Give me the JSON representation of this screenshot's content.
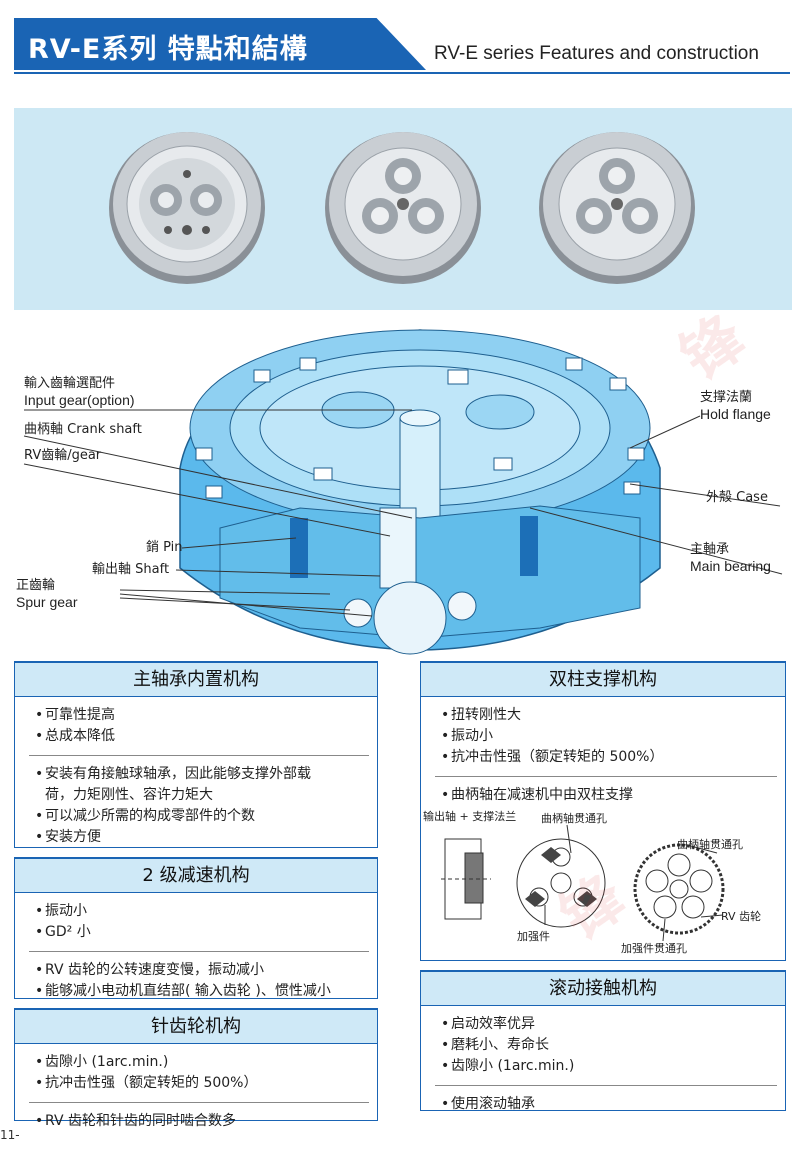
{
  "header": {
    "title_cn": "RV-E系列 特點和結構",
    "title_en": "RV-E series Features and construction"
  },
  "colors": {
    "brand_blue": "#1a64b4",
    "panel_bg": "#cfe9f7",
    "photo_bg": "#cde8f4",
    "gear_blue": "#5bb9ec"
  },
  "diagram": {
    "labels": {
      "input_gear_cn": "輸入齒輪選配件",
      "input_gear_en": "Input gear(option)",
      "crank_shaft": "曲柄軸 Crank shaft",
      "rv_gear": "RV齒輪/gear",
      "pin_cn": "銷 Pin",
      "output_shaft": "輸出軸 Shaft",
      "spur_gear_cn": "正齒輪",
      "spur_gear_en": "Spur gear",
      "hold_flange_cn": "支撑法蘭",
      "hold_flange_en": "Hold flange",
      "case": "外殼 Case",
      "main_bearing_cn": "主軸承",
      "main_bearing_en": "Main bearing"
    }
  },
  "boxes": {
    "main_bearing": {
      "title": "主轴承内置机构",
      "group1": [
        "可靠性提高",
        "总成本降低"
      ],
      "group2": [
        "安装有角接触球轴承，因此能够支撑外部载",
        "荷，力矩刚性、容许力矩大",
        "可以减少所需的构成零部件的个数",
        "安装方便"
      ]
    },
    "two_stage": {
      "title": "2 级减速机构",
      "group1": [
        "振动小",
        "GD² 小"
      ],
      "group2": [
        "RV 齿轮的公转速度变慢，振动减小",
        "能够减小电动机直结部( 输入齿轮 )、惯性减小"
      ]
    },
    "pin_gear": {
      "title": "针齿轮机构",
      "group1": [
        "齿隙小 (1arc.min.)",
        "抗冲击性强（额定转矩的 500%）"
      ],
      "group2": [
        "RV 齿轮和针齿的同时啮合数多"
      ]
    },
    "double_support": {
      "title": "双柱支撑机构",
      "group1": [
        "扭转刚性大",
        "振动小",
        "抗冲击性强（额定转矩的 500%）"
      ],
      "group2": [
        "曲柄轴在减速机中由双柱支撑"
      ],
      "figure": {
        "output_flange": "输出轴 + 支撑法兰",
        "crank_hole": "曲柄轴贯通孔",
        "reinforce": "加强件",
        "crank_hole2": "曲柄轴贯通孔",
        "rv_gear": "RV 齿轮",
        "reinforce_hole": "加强件贯通孔"
      }
    },
    "rolling": {
      "title": "滚动接触机构",
      "group1": [
        "启动效率优异",
        "磨耗小、寿命长",
        "齿隙小 (1arc.min.)"
      ],
      "group2": [
        "使用滚动轴承"
      ]
    }
  },
  "page_number": "11-"
}
